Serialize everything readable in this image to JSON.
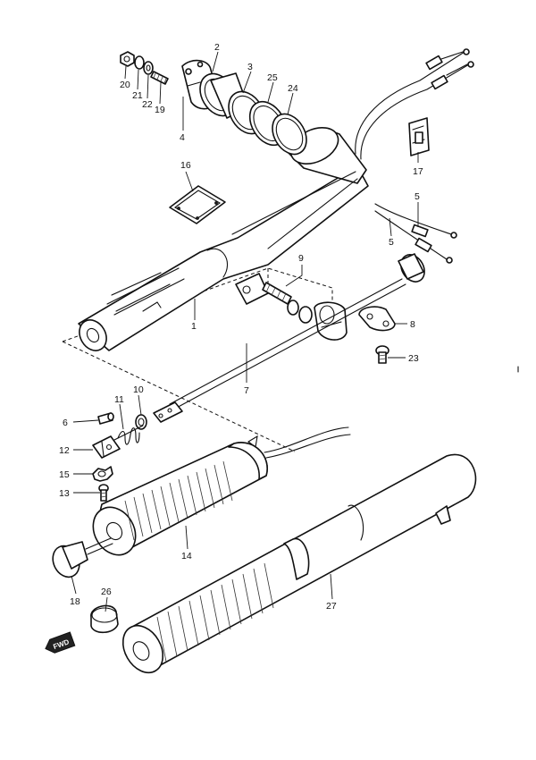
{
  "callouts": {
    "c1": "1",
    "c2": "2",
    "c3": "3",
    "c4": "4",
    "c5a": "5",
    "c5b": "5",
    "c6": "6",
    "c7": "7",
    "c8": "8",
    "c9": "9",
    "c10": "10",
    "c11": "11",
    "c12": "12",
    "c13": "13",
    "c14": "14",
    "c15": "15",
    "c16": "16",
    "c17": "17",
    "c18": "18",
    "c19": "19",
    "c20": "20",
    "c21": "21",
    "c22": "22",
    "c23": "23",
    "c24": "24",
    "c25": "25",
    "c26": "26",
    "c27": "27"
  },
  "forward_marker": "FWD"
}
